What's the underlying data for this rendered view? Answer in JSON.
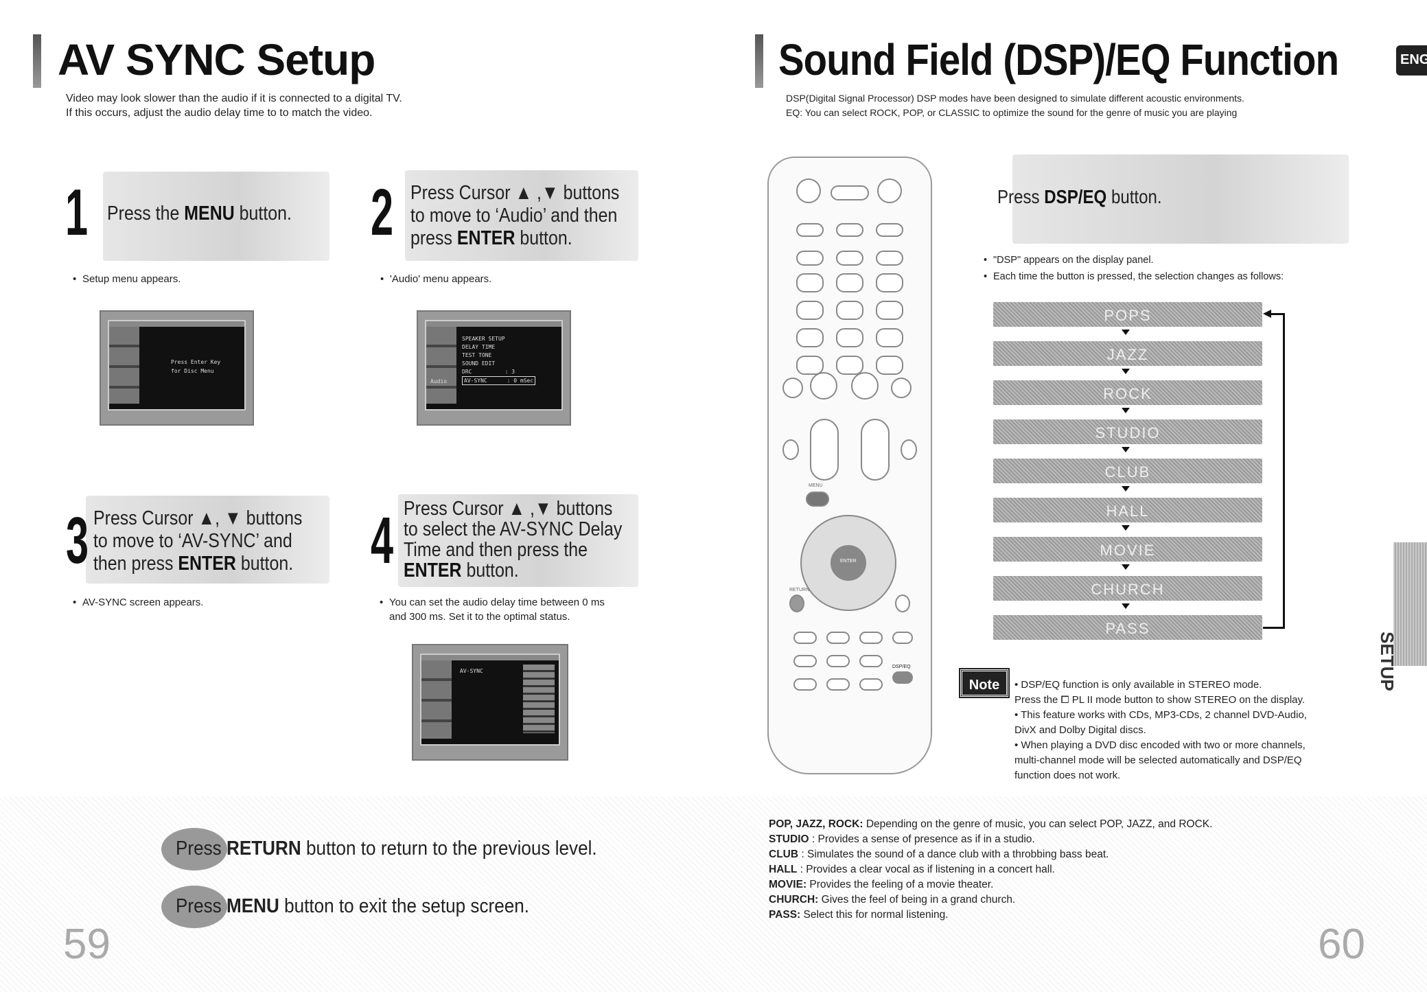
{
  "left": {
    "title": "AV SYNC Setup",
    "intro": [
      "Video may look slower than the audio if it is connected to a digital TV.",
      "If this occurs, adjust the audio delay time to to match the video."
    ],
    "steps": [
      {
        "num": "1",
        "lines": [
          [
            "Press the ",
            "MENU",
            " button."
          ]
        ],
        "bullets": [
          "Setup menu appears."
        ]
      },
      {
        "num": "2",
        "lines": [
          [
            "Press Cursor ▲ ,▼ buttons",
            "",
            ""
          ],
          [
            "to move to ‘Audio’ and then",
            "",
            ""
          ],
          [
            "press ",
            "ENTER",
            " button."
          ]
        ],
        "bullets": [
          "'Audio' menu appears."
        ]
      },
      {
        "num": "3",
        "lines": [
          [
            "Press Cursor ▲, ▼ buttons",
            "",
            ""
          ],
          [
            "to move to ‘AV-SYNC’ and",
            "",
            ""
          ],
          [
            "then press ",
            "ENTER",
            " button."
          ]
        ],
        "bullets": [
          "AV-SYNC screen appears."
        ]
      },
      {
        "num": "4",
        "lines": [
          [
            "Press Cursor ▲ ,▼ buttons",
            "",
            ""
          ],
          [
            "to select the AV-SYNC Delay",
            "",
            ""
          ],
          [
            "Time and then press the",
            "",
            ""
          ],
          [
            "",
            "ENTER",
            " button."
          ]
        ],
        "bullets": [
          "You can set the audio delay time between 0 ms",
          "and 300 ms. Set it to the optimal status."
        ]
      }
    ],
    "screens": {
      "s1": [
        "Press Enter Key",
        "for Disc Menu"
      ],
      "s2": [
        "SPEAKER SETUP",
        "DELAY TIME",
        "TEST TONE",
        "SOUND EDIT",
        "DRC          : 3",
        "AV-SYNC      : 0 mSec"
      ],
      "s2_side": "Audio",
      "s4": [
        "AV-SYNC"
      ]
    },
    "footer": [
      [
        "Press ",
        "RETURN",
        " button to return to the previous level."
      ],
      [
        "Press ",
        "MENU",
        " button to exit the setup screen."
      ]
    ],
    "page_number": "59"
  },
  "right": {
    "title": "Sound Field (DSP)/EQ Function",
    "lang_tab": "ENG",
    "side_tab": "SETUP",
    "intro": [
      "DSP(Digital Signal Processor) DSP modes have been designed to simulate different acoustic environments.",
      "EQ: You can select ROCK, POP, or CLASSIC to optimize the sound for the genre of music you are playing"
    ],
    "step": [
      "Press ",
      "DSP/EQ",
      " button."
    ],
    "bullets": [
      "\"DSP\" appears on the display panel.",
      "Each time the button is pressed, the selection changes as follows:"
    ],
    "modes": [
      "POPS",
      "JAZZ",
      "ROCK",
      "STUDIO",
      "CLUB",
      "HALL",
      "MOVIE",
      "CHURCH",
      "PASS"
    ],
    "remote_labels": {
      "return": "RETURN",
      "menu": "MENU",
      "dsp": "DSP/EQ",
      "enter": "ENTER"
    },
    "note_tag": "Note",
    "notes": [
      "• DSP/EQ function is only available in STEREO mode.",
      "   Press the  ⧠ PL II mode button to show STEREO on the display.",
      "• This feature works with CDs, MP3-CDs, 2 channel DVD-Audio,",
      "   DivX and Dolby Digital discs.",
      "• When playing a DVD disc encoded with two or more channels,",
      "   multi-channel mode will be selected automatically and DSP/EQ",
      "   function does not work."
    ],
    "legend": [
      [
        "POP, JAZZ, ROCK:",
        " Depending on the genre of music, you can select POP, JAZZ, and ROCK."
      ],
      [
        "STUDIO",
        " : Provides a sense of presence as if in a studio."
      ],
      [
        "CLUB",
        " : Simulates the sound of a dance club with a throbbing bass beat."
      ],
      [
        "HALL",
        " : Provides a clear vocal as if listening in a concert hall."
      ],
      [
        "MOVIE:",
        " Provides the feeling of a movie theater."
      ],
      [
        "CHURCH:",
        " Gives the feel of being in a grand church."
      ],
      [
        "PASS:",
        " Select this for normal listening."
      ]
    ],
    "page_number": "60"
  }
}
